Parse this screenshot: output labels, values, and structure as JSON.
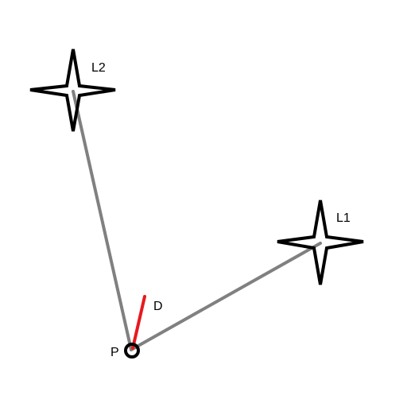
{
  "labels": {
    "light_1": "L1",
    "light_2": "L2",
    "point": "P",
    "direction": "D"
  },
  "colors": {
    "background": "#ffffff",
    "ray": "#808080",
    "direction": "#e8191f",
    "outline": "#000000"
  },
  "icons": {
    "light_1": "four-point-star-icon",
    "light_2": "four-point-star-icon",
    "point": "circle-icon"
  }
}
